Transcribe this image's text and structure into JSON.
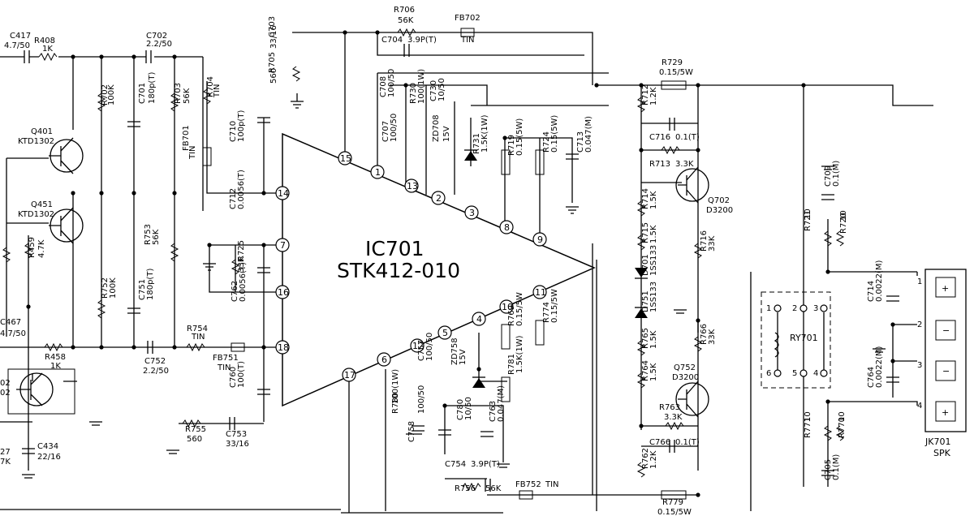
{
  "ic": {
    "ref": "IC701",
    "part": "STK412-010"
  },
  "relay": {
    "ref": "RY701",
    "pins": [
      "1",
      "2",
      "3",
      "6",
      "5",
      "4"
    ]
  },
  "jack": {
    "ref": "JK701",
    "sub": "SPK",
    "pins": [
      "1",
      "2",
      "3",
      "4"
    ]
  },
  "ic_pins": [
    "15",
    "1",
    "13",
    "2",
    "3",
    "8",
    "9",
    "14",
    "7",
    "16",
    "18",
    "17",
    "6",
    "12",
    "5",
    "4",
    "10",
    "11"
  ],
  "components": {
    "c417": {
      "ref": "C417",
      "val": "4.7/50"
    },
    "r408": {
      "ref": "R408",
      "val": "1K"
    },
    "c702": {
      "ref": "C702",
      "val": "2.2/50"
    },
    "c703": {
      "ref": "C703",
      "val": "33/16"
    },
    "r705": {
      "ref": "R705",
      "val": "560"
    },
    "r706": {
      "ref": "R706",
      "val": "56K"
    },
    "c704": {
      "ref": "C704",
      "val": "3.9P(T)"
    },
    "fb702": {
      "ref": "FB702",
      "val": "TIN"
    },
    "r729": {
      "ref": "R729",
      "val": "0.15/5W"
    },
    "q401": {
      "ref": "Q401",
      "val": "KTD1302"
    },
    "q451": {
      "ref": "Q451",
      "val": "KTD1302"
    },
    "r702": {
      "ref": "R702",
      "val": "100K"
    },
    "c701": {
      "ref": "C701",
      "val": "180p(T)"
    },
    "r703": {
      "ref": "R703",
      "val": "56K"
    },
    "r704": {
      "ref": "R704",
      "val": "TIN"
    },
    "fb701": {
      "ref": "FB701",
      "val": "TIN"
    },
    "c710": {
      "ref": "C710",
      "val": "100p(T)"
    },
    "c708": {
      "ref": "C708",
      "val": "100/50"
    },
    "c707": {
      "ref": "C707",
      "val": "100/50"
    },
    "r730": {
      "ref": "R730",
      "val": "100(1W)"
    },
    "c730": {
      "ref": "C730",
      "val": "10/50"
    },
    "zd708": {
      "ref": "ZD708",
      "val": "15V"
    },
    "r731": {
      "ref": "R731",
      "val": "1.5K(1W)"
    },
    "r719": {
      "ref": "R719",
      "val": "0.15(5W)"
    },
    "r724": {
      "ref": "R724",
      "val": "0.15(5W)"
    },
    "c713": {
      "ref": "C713",
      "val": "0.047(M)"
    },
    "r712": {
      "ref": "R712",
      "val": "1.2K"
    },
    "c716": {
      "ref": "C716",
      "val": "0.1(T)"
    },
    "r713": {
      "ref": "R713",
      "val": "3.3K"
    },
    "q702": {
      "ref": "Q702",
      "val": "D3200"
    },
    "r714": {
      "ref": "R714",
      "val": "1.5K"
    },
    "r715": {
      "ref": "R715",
      "val": "1.5K"
    },
    "r716": {
      "ref": "R716",
      "val": "33K"
    },
    "d701": {
      "ref": "D701",
      "val": "1SS133"
    },
    "d751": {
      "ref": "D751",
      "val": "1SS133"
    },
    "c709": {
      "ref": "C709",
      "val": "0.1(M)"
    },
    "r721": {
      "ref": "R721",
      "val": "10"
    },
    "r720": {
      "ref": "R720",
      "val": "10"
    },
    "c712": {
      "ref": "C712",
      "val": "0.0056(T)"
    },
    "r725": {
      "ref": "R725",
      "val": "33K"
    },
    "c762": {
      "ref": "C762",
      "val": "0.0056(T)"
    },
    "r753": {
      "ref": "R753",
      "val": "56K"
    },
    "r752": {
      "ref": "R752",
      "val": "100K"
    },
    "c751": {
      "ref": "C751",
      "val": "180p(T)"
    },
    "c467": {
      "ref": "C467",
      "val": "4.7/50"
    },
    "r459": {
      "ref": "R459",
      "val": "4.7K"
    },
    "r458": {
      "ref": "R458",
      "val": "1K"
    },
    "r754": {
      "ref": "R754",
      "val": "TIN"
    },
    "fb751": {
      "ref": "FB751",
      "val": "TIN"
    },
    "c752": {
      "ref": "C752",
      "val": "2.2/50"
    },
    "c760": {
      "ref": "C760",
      "val": "100(T)"
    },
    "r755": {
      "ref": "R755",
      "val": "560"
    },
    "c753": {
      "ref": "C753",
      "val": "33/16"
    },
    "c434": {
      "ref": "C434",
      "val": "22/16"
    },
    "c757": {
      "ref": "C757",
      "val": "100/50"
    },
    "zd758": {
      "ref": "ZD758",
      "val": "15V"
    },
    "r781": {
      "ref": "R781",
      "val": "1.5K(1W)"
    },
    "r769": {
      "ref": "R769",
      "val": "0.15/5W"
    },
    "r774": {
      "ref": "R774",
      "val": "0.15/5W"
    },
    "r780": {
      "ref": "R780",
      "val": "100(1W)"
    },
    "c758": {
      "ref": "C758",
      "val": "100/50"
    },
    "c780": {
      "ref": "C780",
      "val": "10/50"
    },
    "c763": {
      "ref": "C763",
      "val": "0.047(M)"
    },
    "c754": {
      "ref": "C754",
      "val": "3.9P(T)"
    },
    "r756": {
      "ref": "R756",
      "val": "56K"
    },
    "fb752": {
      "ref": "FB752",
      "val": "TIN"
    },
    "r766": {
      "ref": "R766",
      "val": "33K"
    },
    "r765": {
      "ref": "R765",
      "val": "1.5K"
    },
    "r764": {
      "ref": "R764",
      "val": "1.5K"
    },
    "q752": {
      "ref": "Q752",
      "val": "D3200"
    },
    "r763": {
      "ref": "R763",
      "val": "3.3K"
    },
    "c766": {
      "ref": "C766",
      "val": "0.1(T)"
    },
    "r762": {
      "ref": "R762",
      "val": "1.2K"
    },
    "r779": {
      "ref": "R779",
      "val": "0.15/5W"
    },
    "c714": {
      "ref": "C714",
      "val": "0.0022(M)"
    },
    "c764": {
      "ref": "C764",
      "val": "0.0022(M)"
    },
    "r771": {
      "ref": "R771",
      "val": "10"
    },
    "r770": {
      "ref": "R770",
      "val": "10"
    },
    "c705": {
      "ref": "C705",
      "val": "0.1(M)"
    }
  },
  "partial_labels": {
    "q402": "02",
    "q402b": "02",
    "r427": "27",
    "r427b": "7K"
  }
}
